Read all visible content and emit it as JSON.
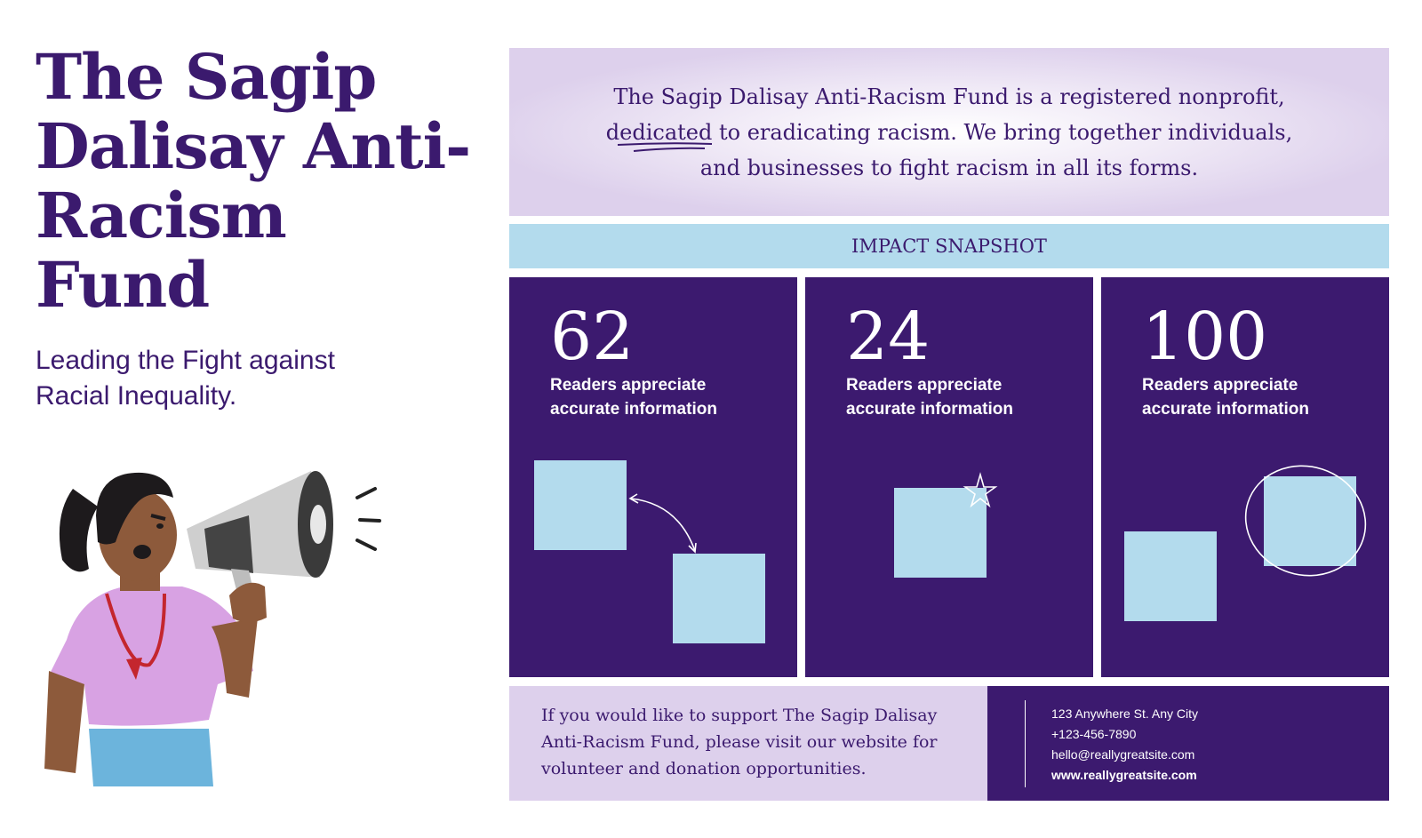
{
  "hero": {
    "title": "The Sagip Dalisay Anti-Racism Fund",
    "subtitle": "Leading the Fight against Racial Inequality."
  },
  "mission": {
    "text": "The Sagip Dalisay Anti-Racism Fund is a registered nonprofit, dedicated to eradicating racism. We bring together individuals, and businesses to fight racism in all its forms."
  },
  "snapshot": {
    "heading": "IMPACT SNAPSHOT",
    "stats": [
      {
        "value": "62",
        "label": "Readers appreciate accurate information"
      },
      {
        "value": "24",
        "label": "Readers appreciate accurate information"
      },
      {
        "value": "100",
        "label": "Readers appreciate accurate information"
      }
    ]
  },
  "support": {
    "text": "If you would like to support The Sagip Dalisay Anti-Racism Fund, please visit our website for volunteer and donation opportunities."
  },
  "contact": {
    "address": "123 Anywhere St. Any City",
    "phone": "+123-456-7890",
    "email": "hello@reallygreatsite.com",
    "website": "www.reallygreatsite.com"
  },
  "colors": {
    "primary": "#3c1a6f",
    "light_blue": "#b3dbed",
    "lavender": "#ddd0ec"
  }
}
